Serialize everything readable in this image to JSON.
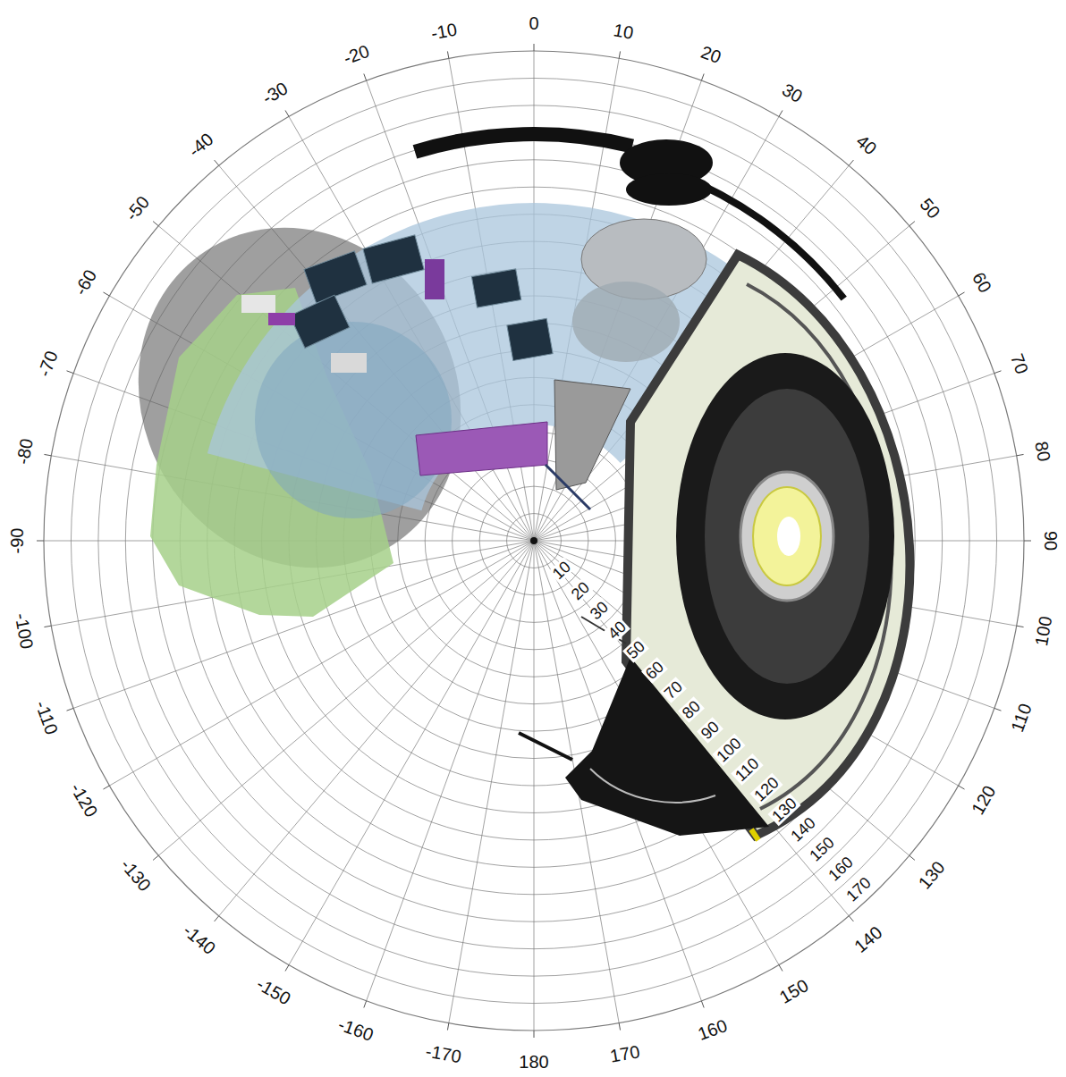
{
  "diagram": {
    "labels": [
      "0",
      "10",
      "20",
      "30",
      "40",
      "50",
      "60",
      "70",
      "80",
      "90",
      "100",
      "110",
      "120",
      "130",
      "140",
      "150",
      "160",
      "170",
      "180",
      "-170",
      "-160",
      "-150",
      "-140",
      "-130",
      "-120",
      "-110",
      "-100",
      "-90",
      "-80",
      "-70",
      "-60",
      "-50",
      "-40",
      "-30",
      "-20",
      "-10",
      "10",
      "20",
      "30",
      "40",
      "50",
      "60",
      "70",
      "80",
      "90",
      "100",
      "110",
      "120",
      "130",
      "140",
      "150",
      "160",
      "170"
    ]
  }
}
